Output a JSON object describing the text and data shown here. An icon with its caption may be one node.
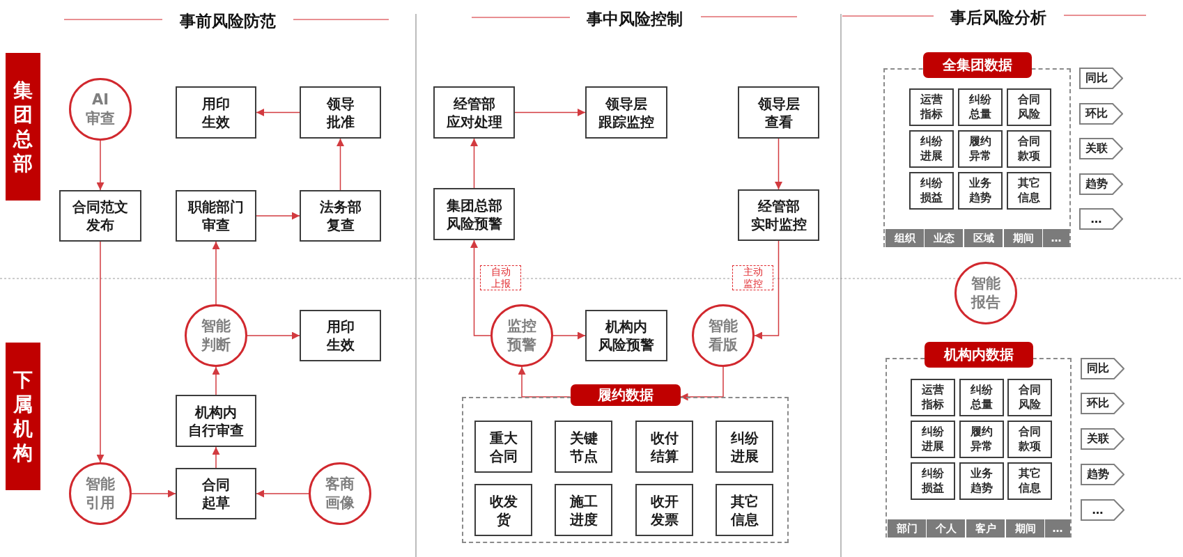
{
  "diagram": {
    "nodes": [
      {
        "text": [
          "集团总部"
        ]
      },
      {
        "text": [
          "下属机构"
        ]
      },
      {
        "text": [
          "AI审查"
        ]
      },
      {
        "text": [
          "用印生效"
        ]
      },
      {
        "text": [
          "领导批准"
        ]
      },
      {
        "text": [
          "合同范文发布"
        ]
      },
      {
        "text": [
          "职能部门审查"
        ]
      },
      {
        "text": [
          "法务部复查"
        ]
      },
      {
        "text": [
          "智能判断"
        ]
      },
      {
        "text": [
          "用印生效"
        ]
      },
      {
        "text": [
          "机构内自行审查"
        ]
      },
      {
        "text": [
          "智能引用"
        ]
      },
      {
        "text": [
          "合同起草"
        ]
      },
      {
        "text": [
          "客商画像"
        ]
      },
      {
        "text": [
          "经管部应对处理"
        ]
      },
      {
        "text": [
          "领导层跟踪监控"
        ]
      },
      {
        "text": [
          "领导层查看"
        ]
      },
      {
        "text": [
          "集团总部风险预警"
        ]
      },
      {
        "text": [
          "经管部实时监控"
        ]
      },
      {
        "text": [
          "监控预警"
        ]
      },
      {
        "text": [
          "机构内风险预警"
        ]
      },
      {
        "text": [
          "智能看版"
        ]
      },
      {
        "text": [
          "履约数据"
        ]
      },
      {
        "text": [
          "重大合同"
        ],
        "in": 22
      },
      {
        "text": [
          "关键节点"
        ],
        "in": 22
      },
      {
        "text": [
          "收付结算"
        ],
        "in": 22
      },
      {
        "text": [
          "纠纷进展"
        ],
        "in": 22
      },
      {
        "text": [
          "收发货"
        ],
        "in": 22
      },
      {
        "text": [
          "施工进度"
        ],
        "in": 22
      },
      {
        "text": [
          "收开发票"
        ],
        "in": 22
      },
      {
        "text": [
          "其它信息"
        ],
        "in": 22
      },
      {
        "text": [
          "全集团数据"
        ]
      },
      {
        "text": [
          "运营指标"
        ],
        "in": 31
      },
      {
        "text": [
          "纠纷总量"
        ],
        "in": 31
      },
      {
        "text": [
          "合同风险"
        ],
        "in": 31
      },
      {
        "text": [
          "纠纷进展"
        ],
        "in": 31
      },
      {
        "text": [
          "履约异常"
        ],
        "in": 31
      },
      {
        "text": [
          "合同款项"
        ],
        "in": 31
      },
      {
        "text": [
          "纠纷损益"
        ],
        "in": 31
      },
      {
        "text": [
          "业务趋势"
        ],
        "in": 31
      },
      {
        "text": [
          "其它信息"
        ],
        "in": 31
      },
      {
        "text": [
          "组织"
        ],
        "in": 31
      },
      {
        "text": [
          "业态"
        ],
        "in": 31
      },
      {
        "text": [
          "区域"
        ],
        "in": 31
      },
      {
        "text": [
          "期间"
        ],
        "in": 31
      },
      {
        "text": [
          "…"
        ],
        "in": 31
      },
      {
        "text": [
          "同比"
        ]
      },
      {
        "text": [
          "环比"
        ]
      },
      {
        "text": [
          "关联"
        ]
      },
      {
        "text": [
          "趋势"
        ]
      },
      {
        "text": [
          "…"
        ]
      },
      {
        "text": [
          "智能报告"
        ]
      },
      {
        "text": [
          "机构内数据"
        ]
      },
      {
        "text": [
          "运营指标"
        ],
        "in": 52
      },
      {
        "text": [
          "纠纷总量"
        ],
        "in": 52
      },
      {
        "text": [
          "合同风险"
        ],
        "in": 52
      },
      {
        "text": [
          "纠纷进展"
        ],
        "in": 52
      },
      {
        "text": [
          "履约异常"
        ],
        "in": 52
      },
      {
        "text": [
          "合同款项"
        ],
        "in": 52
      },
      {
        "text": [
          "纠纷损益"
        ],
        "in": 52
      },
      {
        "text": [
          "业务趋势"
        ],
        "in": 52
      },
      {
        "text": [
          "其它信息"
        ],
        "in": 52
      },
      {
        "text": [
          "部门"
        ],
        "in": 52
      },
      {
        "text": [
          "个人"
        ],
        "in": 52
      },
      {
        "text": [
          "客户"
        ],
        "in": 52
      },
      {
        "text": [
          "期间"
        ],
        "in": 52
      },
      {
        "text": [
          "…"
        ],
        "in": 52
      },
      {
        "text": [
          "同比"
        ]
      },
      {
        "text": [
          "环比"
        ]
      },
      {
        "text": [
          "关联"
        ]
      },
      {
        "text": [
          "趋势"
        ]
      },
      {
        "text": [
          "…"
        ]
      }
    ],
    "edges": [
      {
        "from": 2,
        "to": 5,
        "arrow": "to"
      },
      {
        "from": 5,
        "to": 11,
        "arrow": "to"
      },
      {
        "from": 11,
        "to": 12,
        "arrow": "to"
      },
      {
        "from": 13,
        "to": 12,
        "arrow": "to"
      },
      {
        "from": 12,
        "to": 10,
        "arrow": "to"
      },
      {
        "from": 10,
        "to": 8,
        "arrow": "to"
      },
      {
        "from": 8,
        "to": 9,
        "arrow": "to"
      },
      {
        "from": 8,
        "to": 6,
        "arrow": "to"
      },
      {
        "from": 6,
        "to": 7,
        "arrow": "to"
      },
      {
        "from": 7,
        "to": 4,
        "arrow": "to"
      },
      {
        "from": 4,
        "to": 3,
        "arrow": "to"
      },
      {
        "from": 17,
        "to": 14,
        "arrow": "to"
      },
      {
        "from": 14,
        "to": 15,
        "arrow": "to"
      },
      {
        "from": 16,
        "to": 18,
        "arrow": "to"
      },
      {
        "from": 19,
        "to": 17,
        "arrow": "to",
        "label": "自动上报"
      },
      {
        "from": 19,
        "to": 20,
        "arrow": "to"
      },
      {
        "from": 18,
        "to": 21,
        "arrow": "to",
        "label": "主动监控"
      },
      {
        "from": 22,
        "to": 19,
        "arrow": "to"
      },
      {
        "from": 21,
        "to": 22,
        "arrow": "to"
      }
    ],
    "labels": [
      "事前风险防范",
      "事中风险控制",
      "事后风险分析"
    ]
  }
}
